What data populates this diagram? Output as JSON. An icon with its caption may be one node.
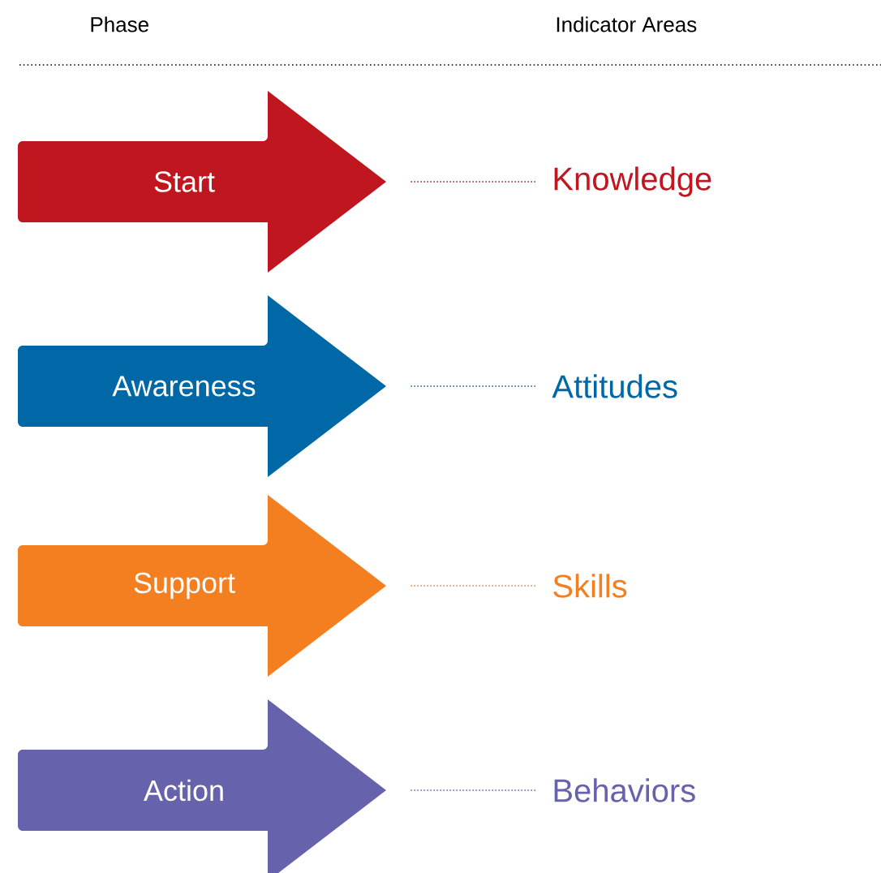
{
  "diagram": {
    "nodes": [
      {
        "text": [
          "Start"
        ]
      },
      {
        "text": [
          "Awareness"
        ]
      },
      {
        "text": [
          "Support"
        ]
      },
      {
        "text": [
          "Action"
        ]
      },
      {
        "text": [
          "Knowledge"
        ]
      },
      {
        "text": [
          "Attitudes"
        ]
      },
      {
        "text": [
          "Skills"
        ]
      },
      {
        "text": [
          "Behaviors"
        ]
      }
    ],
    "edges": [
      {
        "from": 0,
        "to": 4,
        "arrow": "none",
        "style": "dashed",
        "color": "#c0161f"
      },
      {
        "from": 1,
        "to": 5,
        "arrow": "none",
        "style": "dashed",
        "color": "#0068a6"
      },
      {
        "from": 2,
        "to": 6,
        "arrow": "none",
        "style": "dashed",
        "color": "#f47f20"
      },
      {
        "from": 3,
        "to": 7,
        "arrow": "none",
        "style": "dashed",
        "color": "#6762ac"
      }
    ],
    "labels": [
      "Phase",
      "Indicator Areas"
    ]
  }
}
